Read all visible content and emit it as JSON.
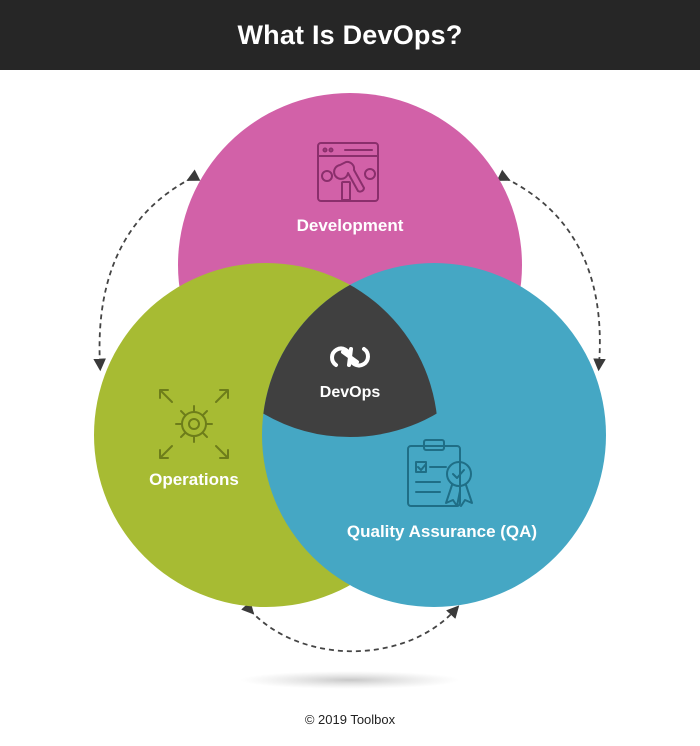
{
  "title": "What Is DevOps?",
  "circles": {
    "development": {
      "label": "Development",
      "color": "#D261A8",
      "icon": "developer-tools-icon"
    },
    "operations": {
      "label": "Operations",
      "color": "#A7BB33",
      "icon": "gear-expand-icon"
    },
    "quality_assurance": {
      "label": "Quality Assurance (QA)",
      "color": "#45A7C4",
      "icon": "clipboard-certificate-icon"
    }
  },
  "center": {
    "label": "DevOps",
    "color": "#404040",
    "icon": "cycle-arrows-icon"
  },
  "footer": "© 2019 Toolbox"
}
